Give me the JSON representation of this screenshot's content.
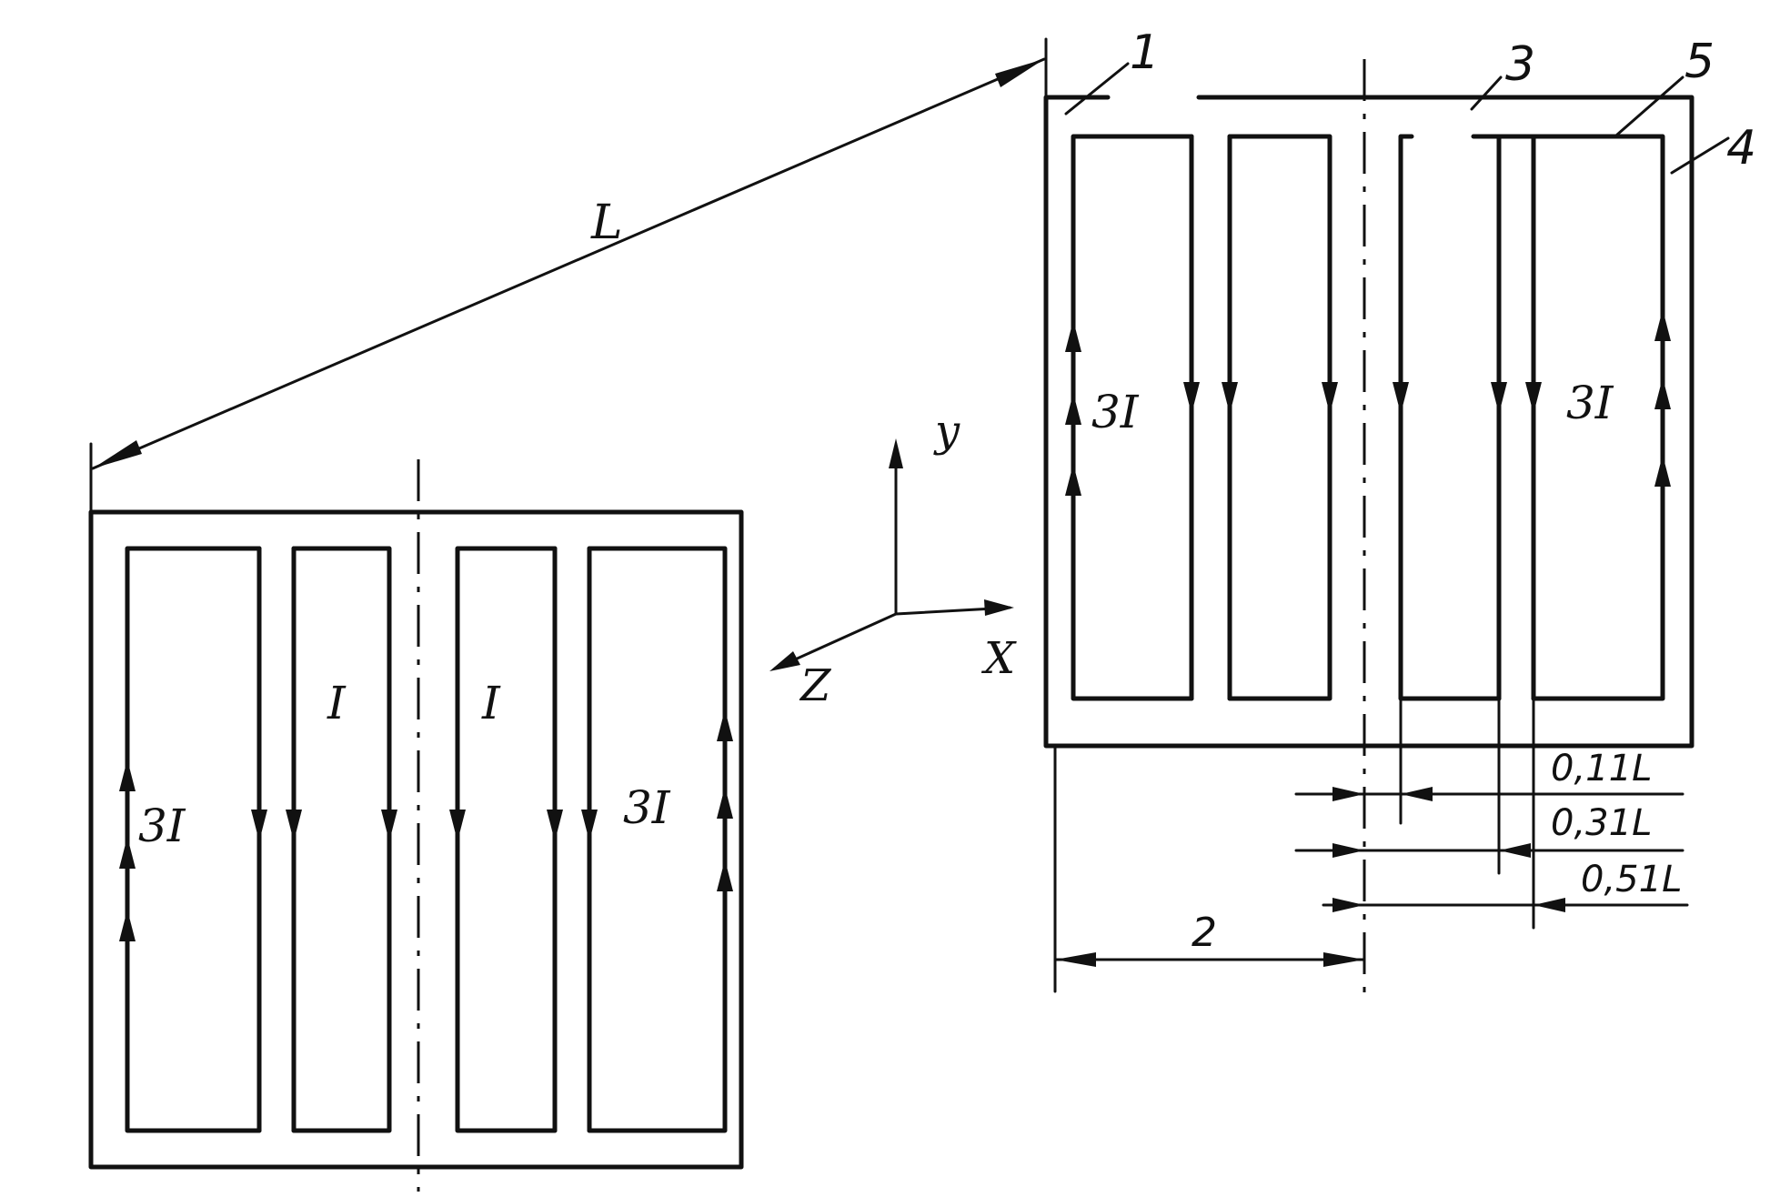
{
  "labels": {
    "length": "L",
    "current_3i": "3I",
    "current_i": "I",
    "axis_y": "y",
    "axis_x": "X",
    "axis_z": "Z",
    "part_1": "1",
    "part_3": "3",
    "part_4": "4",
    "part_5": "5",
    "dim_011": "0,11L",
    "dim_031": "0,31L",
    "dim_051": "0,51L",
    "dim_2": "2"
  }
}
